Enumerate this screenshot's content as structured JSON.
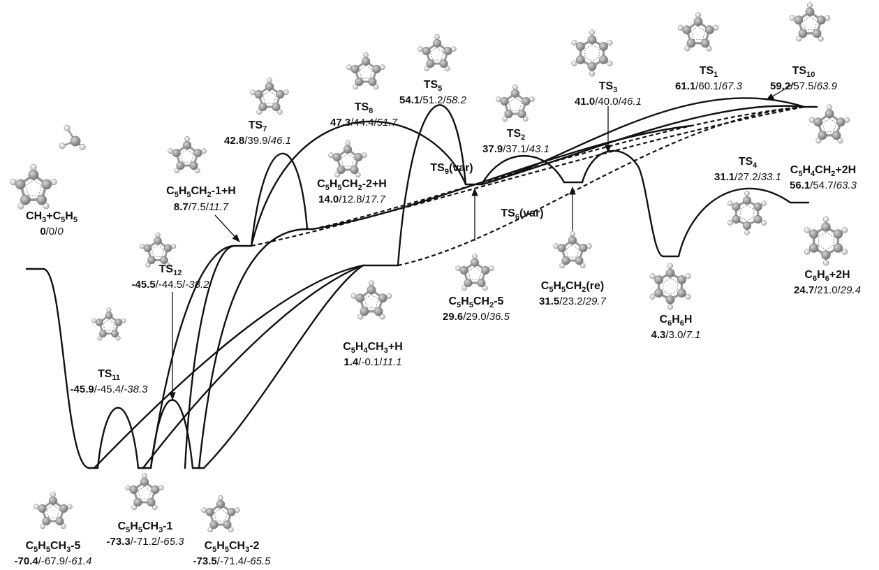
{
  "species": [
    {
      "id": "ch3_c5h5",
      "name": [
        [
          "CH",
          ""
        ],
        [
          "3",
          "sub"
        ],
        [
          "+C",
          ""
        ],
        [
          "5",
          "sub"
        ],
        [
          "H",
          ""
        ],
        [
          "5",
          "sub"
        ]
      ],
      "energies": [
        "0",
        "0",
        "0"
      ]
    },
    {
      "id": "c5h5ch3_5",
      "name": [
        [
          "C",
          ""
        ],
        [
          "5",
          "sub"
        ],
        [
          "H",
          ""
        ],
        [
          "5",
          "sub"
        ],
        [
          "CH",
          ""
        ],
        [
          "3",
          "sub"
        ],
        [
          "-5",
          ""
        ]
      ],
      "energies": [
        "-70.4",
        "-67.9",
        "-61.4"
      ]
    },
    {
      "id": "c5h5ch3_1",
      "name": [
        [
          "C",
          ""
        ],
        [
          "5",
          "sub"
        ],
        [
          "H",
          ""
        ],
        [
          "5",
          "sub"
        ],
        [
          "CH",
          ""
        ],
        [
          "3",
          "sub"
        ],
        [
          "-1",
          ""
        ]
      ],
      "energies": [
        "-73.3",
        "-71.2",
        "-65.3"
      ]
    },
    {
      "id": "c5h5ch3_2",
      "name": [
        [
          "C",
          ""
        ],
        [
          "5",
          "sub"
        ],
        [
          "H",
          ""
        ],
        [
          "5",
          "sub"
        ],
        [
          "CH",
          ""
        ],
        [
          "3",
          "sub"
        ],
        [
          "-2",
          ""
        ]
      ],
      "energies": [
        "-73.5",
        "-71.4",
        "-65.5"
      ]
    },
    {
      "id": "ts11",
      "name": [
        [
          "TS",
          ""
        ],
        [
          "11",
          "sub"
        ]
      ],
      "energies": [
        "-45.9",
        "-45.4",
        "-38.3"
      ]
    },
    {
      "id": "ts12",
      "name": [
        [
          "TS",
          ""
        ],
        [
          "12",
          "sub"
        ]
      ],
      "energies": [
        "-45.5",
        "-44.5",
        "-38.2"
      ]
    },
    {
      "id": "c5h5ch2_1_h",
      "name": [
        [
          "C",
          ""
        ],
        [
          "5",
          "sub"
        ],
        [
          "H",
          ""
        ],
        [
          "5",
          "sub"
        ],
        [
          "CH",
          ""
        ],
        [
          "2",
          "sub"
        ],
        [
          "-1+H",
          ""
        ]
      ],
      "energies": [
        "8.7",
        "7.5",
        "11.7"
      ]
    },
    {
      "id": "ts7",
      "name": [
        [
          "TS",
          ""
        ],
        [
          "7",
          "sub"
        ]
      ],
      "energies": [
        "42.8",
        "39.9",
        "46.1"
      ]
    },
    {
      "id": "c5h5ch2_2_h",
      "name": [
        [
          "C",
          ""
        ],
        [
          "5",
          "sub"
        ],
        [
          "H",
          ""
        ],
        [
          "5",
          "sub"
        ],
        [
          "CH",
          ""
        ],
        [
          "2",
          "sub"
        ],
        [
          "-2+H",
          ""
        ]
      ],
      "energies": [
        "14.0",
        "12.8",
        "17.7"
      ]
    },
    {
      "id": "ts8",
      "name": [
        [
          "TS",
          ""
        ],
        [
          "8",
          "sub"
        ]
      ],
      "energies": [
        "47.3",
        "44.4",
        "51.7"
      ]
    },
    {
      "id": "ts5",
      "name": [
        [
          "TS",
          ""
        ],
        [
          "5",
          "sub"
        ]
      ],
      "energies": [
        "54.1",
        "51.2",
        "58.2"
      ]
    },
    {
      "id": "c5h4ch3_h",
      "name": [
        [
          "C",
          ""
        ],
        [
          "5",
          "sub"
        ],
        [
          "H",
          ""
        ],
        [
          "4",
          "sub"
        ],
        [
          "CH",
          ""
        ],
        [
          "3",
          "sub"
        ],
        [
          "+H",
          ""
        ]
      ],
      "energies": [
        "1.4",
        "-0.1",
        "11.1"
      ]
    },
    {
      "id": "ts9",
      "name": [
        [
          "TS",
          ""
        ],
        [
          "9",
          "sub"
        ],
        [
          "(var)",
          ""
        ]
      ],
      "energies": []
    },
    {
      "id": "c5h5ch2_5",
      "name": [
        [
          "C",
          ""
        ],
        [
          "5",
          "sub"
        ],
        [
          "H",
          ""
        ],
        [
          "5",
          "sub"
        ],
        [
          "CH",
          ""
        ],
        [
          "2",
          "sub"
        ],
        [
          "-5",
          ""
        ]
      ],
      "energies": [
        "29.6",
        "29.0",
        "36.5"
      ]
    },
    {
      "id": "ts2",
      "name": [
        [
          "TS",
          ""
        ],
        [
          "2",
          "sub"
        ]
      ],
      "energies": [
        "37.9",
        "37.1",
        "43.1"
      ]
    },
    {
      "id": "ts6",
      "name": [
        [
          "TS",
          ""
        ],
        [
          "6",
          "sub"
        ],
        [
          "(var)",
          ""
        ]
      ],
      "energies": []
    },
    {
      "id": "c5h5ch2_re",
      "name": [
        [
          "C",
          ""
        ],
        [
          "5",
          "sub"
        ],
        [
          "H",
          ""
        ],
        [
          "5",
          "sub"
        ],
        [
          "CH",
          ""
        ],
        [
          "2",
          "sub"
        ],
        [
          "(re)",
          ""
        ]
      ],
      "energies": [
        "31.5",
        "23.2",
        "29.7"
      ]
    },
    {
      "id": "ts3",
      "name": [
        [
          "TS",
          ""
        ],
        [
          "3",
          "sub"
        ]
      ],
      "energies": [
        "41.0",
        "40.0",
        "46.1"
      ]
    },
    {
      "id": "c6h6h",
      "name": [
        [
          "C",
          ""
        ],
        [
          "6",
          "sub"
        ],
        [
          "H",
          ""
        ],
        [
          "6",
          "sub"
        ],
        [
          "H",
          ""
        ]
      ],
      "energies": [
        "4.3",
        "3.0",
        "7.1"
      ]
    },
    {
      "id": "ts1",
      "name": [
        [
          "TS",
          ""
        ],
        [
          "1",
          "sub"
        ]
      ],
      "energies": [
        "61.1",
        "60.1",
        "67.3"
      ]
    },
    {
      "id": "ts10",
      "name": [
        [
          "TS",
          ""
        ],
        [
          "10",
          "sub"
        ]
      ],
      "energies": [
        "59.2",
        "57.5",
        "63.9"
      ]
    },
    {
      "id": "ts4",
      "name": [
        [
          "TS",
          ""
        ],
        [
          "4",
          "sub"
        ]
      ],
      "energies": [
        "31.1",
        "27.2",
        "33.1"
      ]
    },
    {
      "id": "c5h4ch2_2h",
      "name": [
        [
          "C",
          ""
        ],
        [
          "5",
          "sub"
        ],
        [
          "H",
          ""
        ],
        [
          "4",
          "sub"
        ],
        [
          "CH",
          ""
        ],
        [
          "2",
          "sub"
        ],
        [
          "+2H",
          ""
        ]
      ],
      "energies": [
        "56.1",
        "54.7",
        "63.3"
      ]
    },
    {
      "id": "c6h6_2h",
      "name": [
        [
          "C",
          ""
        ],
        [
          "6",
          "sub"
        ],
        [
          "H",
          ""
        ],
        [
          "6",
          "sub"
        ],
        [
          "+2H",
          ""
        ]
      ],
      "energies": [
        "24.7",
        "21.0",
        "29.4"
      ]
    }
  ],
  "molecule_pictures": [
    "ch3-radical",
    "c5h5-radical",
    "ts11-structure",
    "ts12-structure",
    "c5h5ch3-5-structure",
    "c5h5ch3-1-structure",
    "c5h5ch3-2-structure",
    "c5h5ch2-1-structure",
    "ts7-structure",
    "c5h5ch2-2-structure",
    "ts8-structure",
    "ts5-structure",
    "c5h4ch3-structure",
    "c5h5ch2-5-structure",
    "ts2-structure",
    "c5h5ch2-re-structure",
    "ts3-structure",
    "c6h6h-structure",
    "ts1-structure",
    "ts10-structure",
    "c5h4ch2-structure",
    "ts4-structure",
    "c6h6-structure"
  ],
  "colors": {
    "line": "#111111",
    "atom_carbon": "#8a8a8a",
    "atom_hydrogen": "#d8d8d8",
    "background": "#ffffff"
  }
}
